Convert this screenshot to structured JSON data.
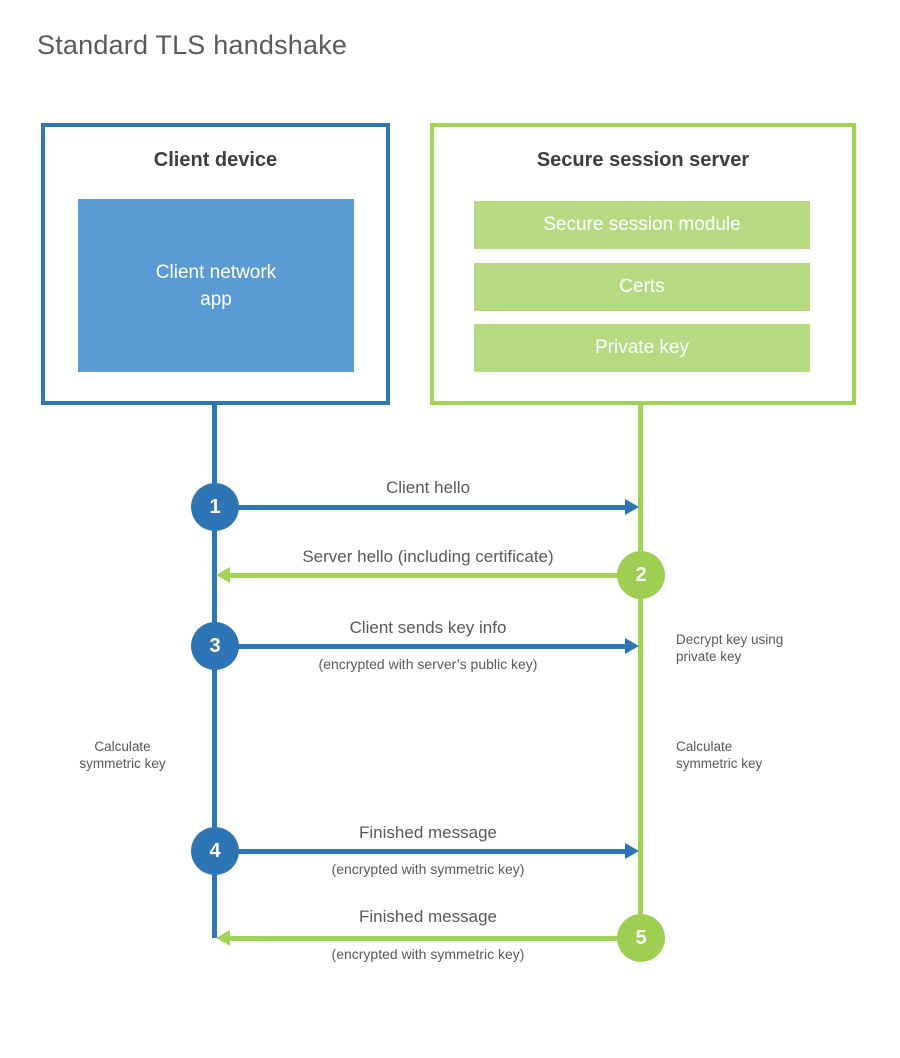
{
  "title": "Standard TLS handshake",
  "colors": {
    "blue": "#2e75b6",
    "blue_fill": "#5b9bd5",
    "green": "#a1d356",
    "green_fill": "#b6da82",
    "heading_text": "#3d3d3f",
    "label_text": "#58595b"
  },
  "client": {
    "title": "Client device",
    "app_line1": "Client network",
    "app_line2": "app"
  },
  "server": {
    "title": "Secure session server",
    "modules": [
      "Secure session module",
      "Certs",
      "Private key"
    ]
  },
  "messages": [
    {
      "step": "1",
      "from": "client",
      "to": "server",
      "label": "Client hello",
      "sub": ""
    },
    {
      "step": "2",
      "from": "server",
      "to": "client",
      "label": "Server hello (including certificate)",
      "sub": ""
    },
    {
      "step": "3",
      "from": "client",
      "to": "server",
      "label": "Client sends key info",
      "sub": "(encrypted with server’s public key)"
    },
    {
      "step": "4",
      "from": "client",
      "to": "server",
      "label": "Finished message",
      "sub": "(encrypted with symmetric key)"
    },
    {
      "step": "5",
      "from": "server",
      "to": "client",
      "label": "Finished message",
      "sub": "(encrypted with symmetric key)"
    }
  ],
  "side_notes": {
    "decrypt_line1": "Decrypt key using",
    "decrypt_line2": "private key",
    "calc_left_line1": "Calculate",
    "calc_left_line2": "symmetric key",
    "calc_right_line1": "Calculate",
    "calc_right_line2": "symmetric key"
  }
}
